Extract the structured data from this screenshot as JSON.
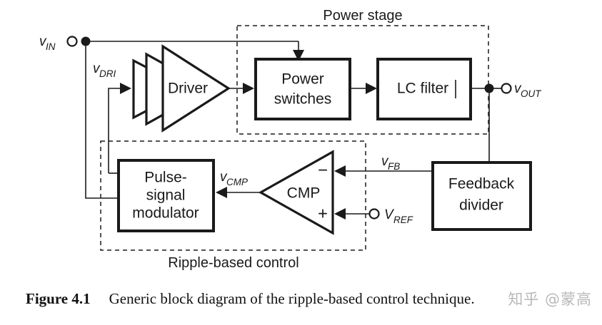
{
  "figure": {
    "caption_number": "Figure 4.1",
    "caption_text": "Generic block diagram of the ripple-based control technique.",
    "watermark": "知乎 @蒙高"
  },
  "groups": {
    "power_stage": {
      "label": "Power stage"
    },
    "ripple_control": {
      "label": "Ripple-based control"
    }
  },
  "blocks": {
    "driver": {
      "label": "Driver"
    },
    "power_switches": {
      "line1": "Power",
      "line2": "switches"
    },
    "lc_filter": {
      "label": "LC filter"
    },
    "pulse_modulator": {
      "line1": "Pulse-",
      "line2": "signal",
      "line3": "modulator"
    },
    "comparator": {
      "label": "CMP",
      "minus": "−",
      "plus": "+"
    },
    "feedback_divider": {
      "line1": "Feedback",
      "line2": "divider"
    }
  },
  "signals": {
    "vin": {
      "base": "v",
      "sub": "IN"
    },
    "vdri": {
      "base": "v",
      "sub": "DRI"
    },
    "vout": {
      "base": "v",
      "sub": "OUT"
    },
    "vcmp": {
      "base": "v",
      "sub": "CMP"
    },
    "vfb": {
      "base": "v",
      "sub": "FB"
    },
    "vref": {
      "base": "V",
      "sub": "REF"
    }
  },
  "colors": {
    "ink": "#1a1a1a",
    "background": "#ffffff",
    "watermark": "#b9b9b9"
  },
  "chart_data": {
    "type": "diagram",
    "title": "Generic block diagram of the ripple-based control technique.",
    "nodes": [
      {
        "id": "vin",
        "label": "v_IN",
        "kind": "terminal"
      },
      {
        "id": "driver",
        "label": "Driver",
        "kind": "amplifier"
      },
      {
        "id": "power_switches",
        "label": "Power switches",
        "kind": "block"
      },
      {
        "id": "lc_filter",
        "label": "LC filter",
        "kind": "block"
      },
      {
        "id": "vout",
        "label": "v_OUT",
        "kind": "terminal"
      },
      {
        "id": "feedback_divider",
        "label": "Feedback divider",
        "kind": "block"
      },
      {
        "id": "comparator",
        "label": "CMP",
        "kind": "comparator"
      },
      {
        "id": "vref",
        "label": "V_REF",
        "kind": "terminal"
      },
      {
        "id": "pulse_modulator",
        "label": "Pulse-signal modulator",
        "kind": "block"
      }
    ],
    "edges": [
      {
        "from": "vin",
        "to": "power_switches",
        "label": ""
      },
      {
        "from": "vin",
        "to": "pulse_modulator",
        "label": ""
      },
      {
        "from": "pulse_modulator",
        "to": "driver",
        "label": "v_DRI"
      },
      {
        "from": "driver",
        "to": "power_switches",
        "label": ""
      },
      {
        "from": "power_switches",
        "to": "lc_filter",
        "label": ""
      },
      {
        "from": "lc_filter",
        "to": "vout",
        "label": ""
      },
      {
        "from": "vout",
        "to": "feedback_divider",
        "label": ""
      },
      {
        "from": "feedback_divider",
        "to": "comparator",
        "label": "v_FB"
      },
      {
        "from": "vref",
        "to": "comparator",
        "label": "V_REF"
      },
      {
        "from": "comparator",
        "to": "pulse_modulator",
        "label": "v_CMP"
      }
    ],
    "groups": [
      {
        "label": "Power stage",
        "members": [
          "power_switches",
          "lc_filter"
        ]
      },
      {
        "label": "Ripple-based control",
        "members": [
          "pulse_modulator",
          "comparator"
        ]
      }
    ]
  }
}
